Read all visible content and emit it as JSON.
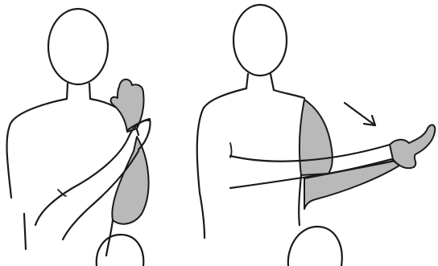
{
  "figure": {
    "panels": [
      {
        "id": "left",
        "pose": "arm-flexed-across-chest"
      },
      {
        "id": "right",
        "pose": "arm-extended-outward"
      }
    ],
    "shading_color": "#b9b9b9",
    "line_color": "#1a1a1a",
    "arrow": {
      "panel": "right",
      "direction": "down-right"
    }
  }
}
